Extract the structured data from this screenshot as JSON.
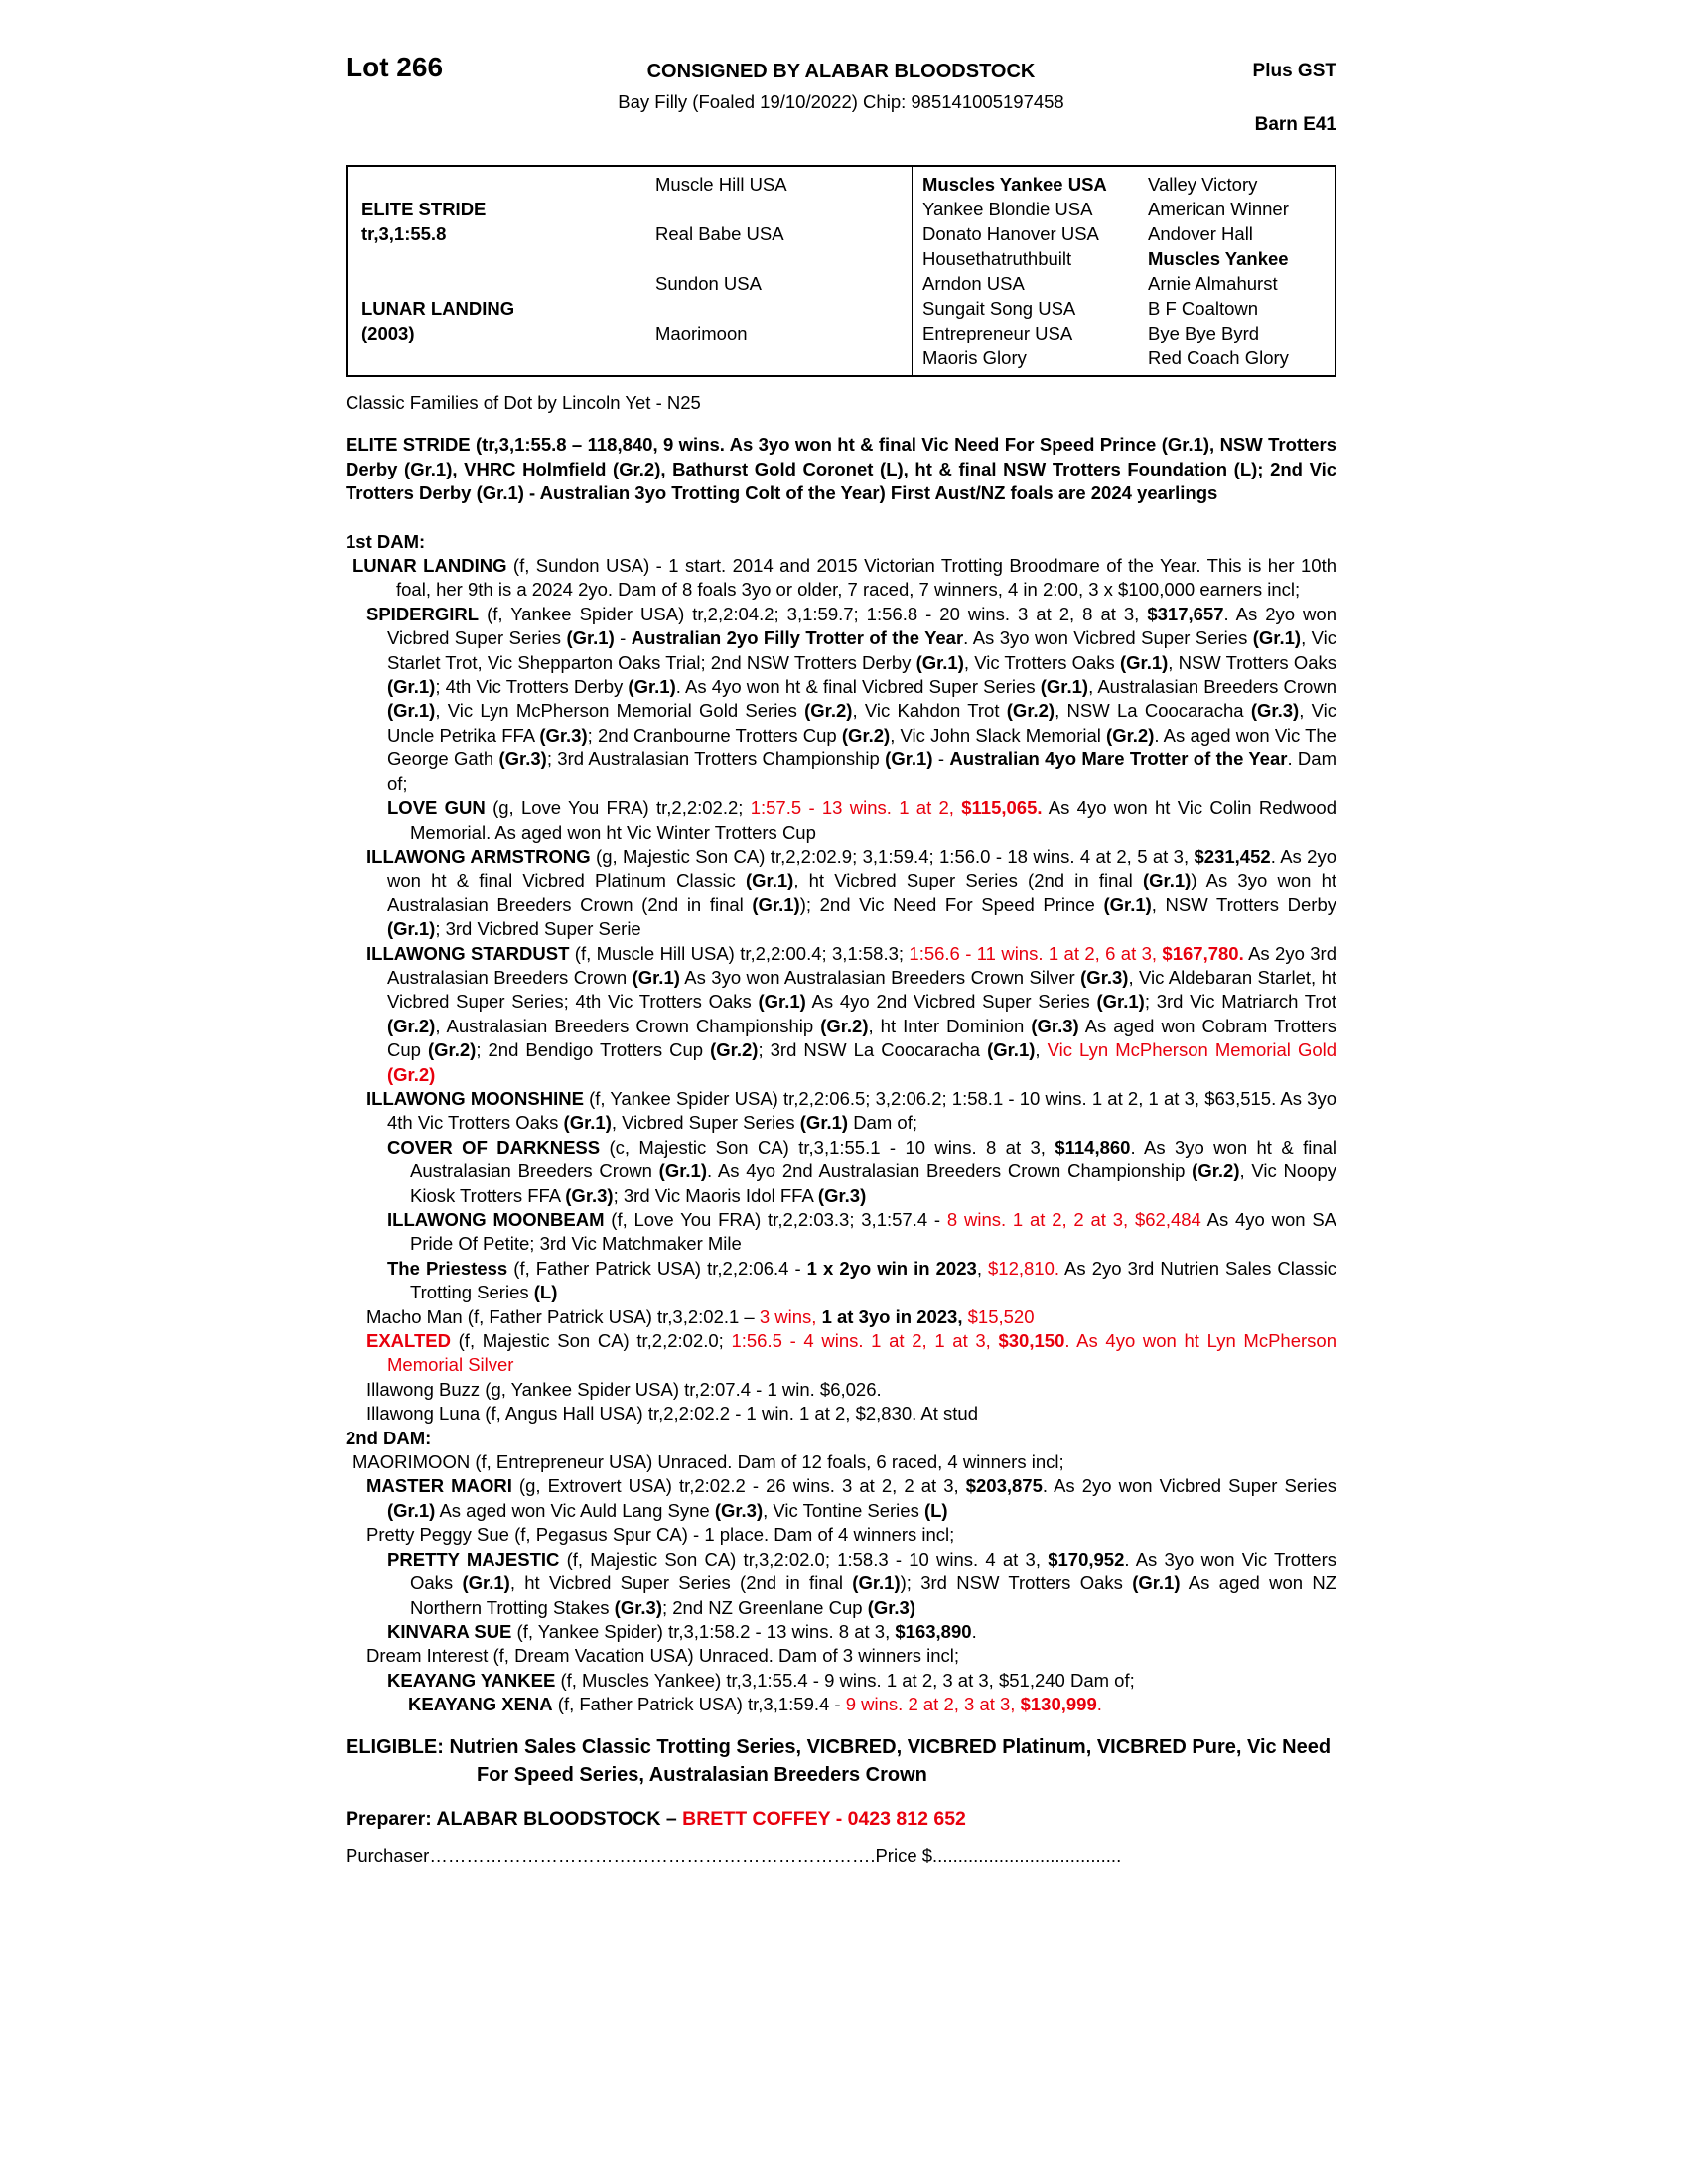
{
  "header": {
    "lot": "Lot 266",
    "consigned": "CONSIGNED BY ALABAR BLOODSTOCK",
    "plus_gst": "Plus GST",
    "description": "Bay Filly (Foaled 19/10/2022) Chip: 985141005197458",
    "barn": "Barn E41"
  },
  "colors": {
    "red": "#e8000d"
  },
  "pedigree": {
    "rows": [
      [
        [
          "",
          0
        ],
        [
          "Muscle Hill USA",
          0
        ],
        [
          "Muscles Yankee USA",
          1
        ],
        [
          "Valley Victory",
          0
        ]
      ],
      [
        [
          "ELITE STRIDE",
          1
        ],
        [
          "",
          0
        ],
        [
          "Yankee Blondie USA",
          0
        ],
        [
          "American Winner",
          0
        ]
      ],
      [
        [
          "tr,3,1:55.8",
          1
        ],
        [
          "Real Babe USA",
          0
        ],
        [
          "Donato Hanover USA",
          0
        ],
        [
          "Andover Hall",
          0
        ]
      ],
      [
        [
          "",
          0
        ],
        [
          "",
          0
        ],
        [
          "Housethatruthbuilt",
          0
        ],
        [
          "Muscles Yankee",
          1
        ]
      ],
      [
        [
          "",
          0
        ],
        [
          "Sundon USA",
          0
        ],
        [
          "Arndon USA",
          0
        ],
        [
          "Arnie Almahurst",
          0
        ]
      ],
      [
        [
          "LUNAR LANDING",
          1
        ],
        [
          "",
          0
        ],
        [
          "Sungait Song USA",
          0
        ],
        [
          "B F Coaltown",
          0
        ]
      ],
      [
        [
          "(2003)",
          1
        ],
        [
          "Maorimoon",
          0
        ],
        [
          "Entrepreneur USA",
          0
        ],
        [
          "Bye Bye Byrd",
          0
        ]
      ],
      [
        [
          "",
          0
        ],
        [
          "",
          0
        ],
        [
          "Maoris Glory",
          0
        ],
        [
          "Red Coach Glory",
          0
        ]
      ]
    ]
  },
  "paragraphs": [
    {
      "name": "classic-families-note",
      "cls": "",
      "seg": [
        [
          "Classic Families of Dot by Lincoln Yet - N25",
          ""
        ]
      ]
    },
    {
      "name": "stallion-summary",
      "cls": "mt18",
      "seg": [
        [
          "ELITE STRIDE (tr,3,1:55.8 – 118,840, 9 wins. As 3yo won ht & final Vic Need For Speed Prince (Gr.1), NSW Trotters Derby (Gr.1), VHRC Holmfield (Gr.2), Bathurst Gold Coronet (L), ht & final NSW Trotters Foundation (L); 2nd Vic Trotters Derby (Gr.1) - Australian 3yo Trotting Colt of the Year) First Aust/NZ foals are 2024 yearlings",
          "b"
        ]
      ]
    },
    {
      "name": "first-dam-heading",
      "cls": "mt24",
      "seg": [
        [
          "1st DAM:",
          "b"
        ]
      ]
    },
    {
      "name": "entry-lunar-landing",
      "cls": "ind1",
      "seg": [
        [
          "LUNAR LANDING",
          "b"
        ],
        [
          " (f, Sundon USA) - 1 start. 2014 and 2015 Victorian Trotting Broodmare of the Year. This is her 10th foal, her 9th is a 2024 2yo. Dam of 8 foals 3yo or older, 7 raced, 7 winners, 4 in 2:00, 3 x $100,000 earners incl;",
          ""
        ]
      ]
    },
    {
      "name": "entry-spidergirl",
      "cls": "ind2",
      "seg": [
        [
          "SPIDERGIRL",
          "b"
        ],
        [
          " (f, Yankee Spider USA) tr,2,2:04.2; 3,1:59.7; 1:56.8 - 20 wins. 3 at 2, 8 at 3, ",
          ""
        ],
        [
          "$317,657",
          "b"
        ],
        [
          ". As 2yo won Vicbred Super Series ",
          ""
        ],
        [
          "(Gr.1)",
          "b"
        ],
        [
          " - ",
          ""
        ],
        [
          "Australian 2yo Filly Trotter of the Year",
          "b"
        ],
        [
          ". As 3yo won Vicbred Super Series ",
          ""
        ],
        [
          "(Gr.1)",
          "b"
        ],
        [
          ", Vic Starlet Trot, Vic Shepparton Oaks Trial; 2nd NSW Trotters Derby ",
          ""
        ],
        [
          "(Gr.1)",
          "b"
        ],
        [
          ", Vic Trotters Oaks ",
          ""
        ],
        [
          "(Gr.1)",
          "b"
        ],
        [
          ", NSW Trotters Oaks ",
          ""
        ],
        [
          "(Gr.1)",
          "b"
        ],
        [
          "; 4th Vic Trotters Derby ",
          ""
        ],
        [
          "(Gr.1)",
          "b"
        ],
        [
          ". As 4yo won ht & final Vicbred Super Series ",
          ""
        ],
        [
          "(Gr.1)",
          "b"
        ],
        [
          ", Australasian Breeders Crown ",
          ""
        ],
        [
          "(Gr.1)",
          "b"
        ],
        [
          ", Vic Lyn McPherson Memorial Gold Series ",
          ""
        ],
        [
          "(Gr.2)",
          "b"
        ],
        [
          ", Vic Kahdon Trot ",
          ""
        ],
        [
          "(Gr.2)",
          "b"
        ],
        [
          ", NSW La Coocaracha ",
          ""
        ],
        [
          "(Gr.3)",
          "b"
        ],
        [
          ", Vic Uncle Petrika FFA ",
          ""
        ],
        [
          "(Gr.3)",
          "b"
        ],
        [
          "; 2nd Cranbourne Trotters Cup ",
          ""
        ],
        [
          "(Gr.2)",
          "b"
        ],
        [
          ", Vic John Slack Memorial ",
          ""
        ],
        [
          "(Gr.2)",
          "b"
        ],
        [
          ". As aged won Vic The George Gath ",
          ""
        ],
        [
          "(Gr.3)",
          "b"
        ],
        [
          "; 3rd Australasian Trotters Championship ",
          ""
        ],
        [
          "(Gr.1)",
          "b"
        ],
        [
          " - ",
          ""
        ],
        [
          "Australian 4yo Mare Trotter of the Year",
          "b"
        ],
        [
          ". Dam of;",
          ""
        ]
      ]
    },
    {
      "name": "entry-love-gun",
      "cls": "ind3",
      "seg": [
        [
          "LOVE GUN",
          "b"
        ],
        [
          " (g, Love You FRA) tr,2,2:02.2; ",
          ""
        ],
        [
          "1:57.5 - 13 wins. 1 at 2, ",
          "r"
        ],
        [
          "$115,065.",
          "br"
        ],
        [
          " As 4yo won ht Vic Colin Redwood Memorial. As aged won ht Vic Winter Trotters Cup",
          ""
        ]
      ]
    },
    {
      "name": "entry-illawong-armstrong",
      "cls": "ind2",
      "seg": [
        [
          "ILLAWONG ARMSTRONG",
          "b"
        ],
        [
          " (g, Majestic Son CA) tr,2,2:02.9; 3,1:59.4; 1:56.0 - 18 wins. 4 at 2, 5 at 3, ",
          ""
        ],
        [
          "$231,452",
          "b"
        ],
        [
          ". As 2yo won ht & final Vicbred Platinum Classic ",
          ""
        ],
        [
          "(Gr.1)",
          "b"
        ],
        [
          ", ht Vicbred Super Series (2nd in final ",
          ""
        ],
        [
          "(Gr.1)",
          "b"
        ],
        [
          ") As 3yo won ht Australasian Breeders Crown (2nd in final ",
          ""
        ],
        [
          "(Gr.1)",
          "b"
        ],
        [
          "); 2nd Vic Need For Speed Prince ",
          ""
        ],
        [
          "(Gr.1)",
          "b"
        ],
        [
          ", NSW Trotters Derby ",
          ""
        ],
        [
          "(Gr.1)",
          "b"
        ],
        [
          "; 3rd Vicbred Super Serie",
          ""
        ]
      ]
    },
    {
      "name": "entry-illawong-stardust",
      "cls": "ind2",
      "seg": [
        [
          "ILLAWONG STARDUST",
          "b"
        ],
        [
          " (f, Muscle Hill USA) tr,2,2:00.4; 3,1:58.3; ",
          ""
        ],
        [
          "1:56.6 - 11 wins. 1 at 2, 6 at 3, ",
          "r"
        ],
        [
          "$167,780.",
          "br"
        ],
        [
          " As 2yo 3rd Australasian Breeders Crown ",
          ""
        ],
        [
          "(Gr.1)",
          "b"
        ],
        [
          " As 3yo won Australasian Breeders Crown Silver ",
          ""
        ],
        [
          "(Gr.3)",
          "b"
        ],
        [
          ", Vic Aldebaran Starlet, ht Vicbred Super Series; 4th Vic Trotters Oaks ",
          ""
        ],
        [
          "(Gr.1)",
          "b"
        ],
        [
          " As 4yo 2nd Vicbred Super Series ",
          ""
        ],
        [
          "(Gr.1)",
          "b"
        ],
        [
          "; 3rd Vic Matriarch Trot ",
          ""
        ],
        [
          "(Gr.2)",
          "b"
        ],
        [
          ", Australasian Breeders Crown Championship ",
          ""
        ],
        [
          "(Gr.2)",
          "b"
        ],
        [
          ", ht Inter Dominion ",
          ""
        ],
        [
          "(Gr.3)",
          "b"
        ],
        [
          " As aged won Cobram Trotters Cup ",
          ""
        ],
        [
          "(Gr.2)",
          "b"
        ],
        [
          "; 2nd Bendigo Trotters Cup ",
          ""
        ],
        [
          "(Gr.2)",
          "b"
        ],
        [
          "; 3rd NSW La Coocaracha ",
          ""
        ],
        [
          "(Gr.1)",
          "b"
        ],
        [
          ", ",
          ""
        ],
        [
          "Vic Lyn McPherson Memorial Gold ",
          "r"
        ],
        [
          "(Gr.2)",
          "br"
        ]
      ]
    },
    {
      "name": "entry-illawong-moonshine",
      "cls": "ind2",
      "seg": [
        [
          "ILLAWONG MOONSHINE",
          "b"
        ],
        [
          " (f, Yankee Spider USA) tr,2,2:06.5; 3,2:06.2; 1:58.1 - 10 wins. 1 at 2, 1 at 3, $63,515. As 3yo 4th Vic Trotters Oaks ",
          ""
        ],
        [
          "(Gr.1)",
          "b"
        ],
        [
          ", Vicbred Super Series ",
          ""
        ],
        [
          "(Gr.1)",
          "b"
        ],
        [
          " Dam of;",
          ""
        ]
      ]
    },
    {
      "name": "entry-cover-of-darkness",
      "cls": "ind3",
      "seg": [
        [
          "COVER OF DARKNESS",
          "b"
        ],
        [
          " (c, Majestic Son CA) tr,3,1:55.1 - 10 wins. 8 at 3, ",
          ""
        ],
        [
          "$114,860",
          "b"
        ],
        [
          ". As 3yo won ht & final Australasian Breeders Crown ",
          ""
        ],
        [
          "(Gr.1)",
          "b"
        ],
        [
          ". As 4yo 2nd Australasian Breeders Crown Championship ",
          ""
        ],
        [
          "(Gr.2)",
          "b"
        ],
        [
          ", Vic Noopy Kiosk Trotters FFA ",
          ""
        ],
        [
          "(Gr.3)",
          "b"
        ],
        [
          "; 3rd Vic Maoris Idol FFA ",
          ""
        ],
        [
          "(Gr.3)",
          "b"
        ]
      ]
    },
    {
      "name": "entry-illawong-moonbeam",
      "cls": "ind3",
      "seg": [
        [
          "ILLAWONG MOONBEAM",
          "b"
        ],
        [
          " (f, Love You FRA) tr,2,2:03.3; 3,1:57.4 - ",
          ""
        ],
        [
          "8 wins. 1 at 2, 2 at 3, ",
          "r"
        ],
        [
          "$62,484",
          "r"
        ],
        [
          " As 4yo won SA Pride Of Petite; 3rd Vic Matchmaker Mile",
          ""
        ]
      ]
    },
    {
      "name": "entry-the-priestess",
      "cls": "ind3",
      "seg": [
        [
          "The Priestess",
          "b"
        ],
        [
          " (f, Father Patrick USA) tr,2,2:06.4 - ",
          ""
        ],
        [
          "1 x 2yo win in 2023",
          "b"
        ],
        [
          ", ",
          ""
        ],
        [
          "$12,810.",
          "r"
        ],
        [
          " As 2yo 3rd Nutrien Sales Classic Trotting Series ",
          ""
        ],
        [
          "(L)",
          "b"
        ]
      ]
    },
    {
      "name": "entry-macho-man",
      "cls": "ind2",
      "seg": [
        [
          "Macho Man (f, Father Patrick USA) tr,3,2:02.1 – ",
          ""
        ],
        [
          "3 wins, ",
          "r"
        ],
        [
          "1 at 3yo in 2023, ",
          "b"
        ],
        [
          "$15,520",
          "r"
        ]
      ]
    },
    {
      "name": "entry-exalted",
      "cls": "ind2",
      "seg": [
        [
          "EXALTED",
          "br"
        ],
        [
          " (f, Majestic Son CA) tr,2,2:02.0; ",
          ""
        ],
        [
          "1:56.5 - 4 wins. 1 at 2, 1 at 3, ",
          "r"
        ],
        [
          "$30,150",
          "br"
        ],
        [
          ". As 4yo won ht Lyn McPherson Memorial Silver",
          "r"
        ]
      ]
    },
    {
      "name": "entry-illawong-buzz",
      "cls": "ind2",
      "seg": [
        [
          "Illawong Buzz (g, Yankee Spider USA) tr,2:07.4 - 1 win. $6,026.",
          ""
        ]
      ]
    },
    {
      "name": "entry-illawong-luna",
      "cls": "ind2",
      "seg": [
        [
          "Illawong Luna (f, Angus Hall USA) tr,2,2:02.2 - 1 win. 1 at 2, $2,830. At stud",
          ""
        ]
      ]
    },
    {
      "name": "second-dam-heading",
      "cls": "",
      "seg": [
        [
          "2nd DAM:",
          "b"
        ]
      ]
    },
    {
      "name": "entry-maorimoon",
      "cls": "ind1",
      "seg": [
        [
          "MAORIMOON (f, Entrepreneur USA) Unraced. Dam of 12 foals, 6 raced, 4 winners incl;",
          ""
        ]
      ]
    },
    {
      "name": "entry-master-maori",
      "cls": "ind2",
      "seg": [
        [
          "MASTER MAORI",
          "b"
        ],
        [
          " (g, Extrovert USA) tr,2:02.2 - 26 wins. 3 at 2, 2 at 3, ",
          ""
        ],
        [
          "$203,875",
          "b"
        ],
        [
          ". As 2yo won Vicbred Super Series ",
          ""
        ],
        [
          "(Gr.1)",
          "b"
        ],
        [
          " As aged won Vic Auld Lang Syne ",
          ""
        ],
        [
          "(Gr.3)",
          "b"
        ],
        [
          ", Vic Tontine Series ",
          ""
        ],
        [
          "(L)",
          "b"
        ]
      ]
    },
    {
      "name": "entry-pretty-peggy-sue",
      "cls": "ind2",
      "seg": [
        [
          "Pretty Peggy Sue (f, Pegasus Spur CA) - 1 place. Dam of 4 winners incl;",
          ""
        ]
      ]
    },
    {
      "name": "entry-pretty-majestic",
      "cls": "ind3",
      "seg": [
        [
          "PRETTY MAJESTIC",
          "b"
        ],
        [
          " (f, Majestic Son CA) tr,3,2:02.0; 1:58.3 - 10 wins. 4 at 3, ",
          ""
        ],
        [
          "$170,952",
          "b"
        ],
        [
          ". As 3yo won Vic Trotters Oaks ",
          ""
        ],
        [
          "(Gr.1)",
          "b"
        ],
        [
          ", ht Vicbred Super Series (2nd in final ",
          ""
        ],
        [
          "(Gr.1)",
          "b"
        ],
        [
          "); 3rd NSW Trotters Oaks ",
          ""
        ],
        [
          "(Gr.1)",
          "b"
        ],
        [
          " As aged won NZ Northern Trotting Stakes ",
          ""
        ],
        [
          "(Gr.3)",
          "b"
        ],
        [
          "; 2nd NZ Greenlane Cup ",
          ""
        ],
        [
          "(Gr.3)",
          "b"
        ]
      ]
    },
    {
      "name": "entry-kinvara-sue",
      "cls": "ind3",
      "seg": [
        [
          "KINVARA SUE",
          "b"
        ],
        [
          " (f, Yankee Spider) tr,3,1:58.2 - 13 wins. 8 at 3, ",
          ""
        ],
        [
          "$163,890",
          "b"
        ],
        [
          ".",
          ""
        ]
      ]
    },
    {
      "name": "entry-dream-interest",
      "cls": "ind2",
      "seg": [
        [
          "Dream Interest (f, Dream Vacation USA) Unraced. Dam of 3 winners incl;",
          ""
        ]
      ]
    },
    {
      "name": "entry-keayang-yankee",
      "cls": "ind3",
      "seg": [
        [
          "KEAYANG YANKEE",
          "b"
        ],
        [
          " (f, Muscles Yankee) tr,3,1:55.4 - 9 wins. 1 at 2, 3 at 3, $51,240 Dam of;",
          ""
        ]
      ]
    },
    {
      "name": "entry-keayang-xena",
      "cls": "ind4",
      "seg": [
        [
          "KEAYANG XENA",
          "b"
        ],
        [
          " (f, Father Patrick USA) tr,3,1:59.4 - ",
          ""
        ],
        [
          "9 wins. 2 at 2, 3 at 3, ",
          "r"
        ],
        [
          "$130,999",
          "br"
        ],
        [
          ".",
          "r"
        ]
      ]
    },
    {
      "name": "eligible-note",
      "cls": "elig",
      "seg": [
        [
          "ELIGIBLE: Nutrien Sales Classic Trotting Series, VICBRED, VICBRED Platinum, VICBRED Pure, Vic Need For Speed Series, Australasian Breeders Crown",
          "b"
        ]
      ]
    },
    {
      "name": "preparer-note",
      "cls": "prep",
      "seg": [
        [
          "Preparer: ALABAR BLOODSTOCK – ",
          "b"
        ],
        [
          "BRETT COFFEY - 0423 812 652",
          "br"
        ]
      ]
    },
    {
      "name": "purchaser-line",
      "cls": "purch",
      "seg": [
        [
          "Purchaser……………………………………………………………….Price $.....................................",
          ""
        ]
      ]
    }
  ]
}
